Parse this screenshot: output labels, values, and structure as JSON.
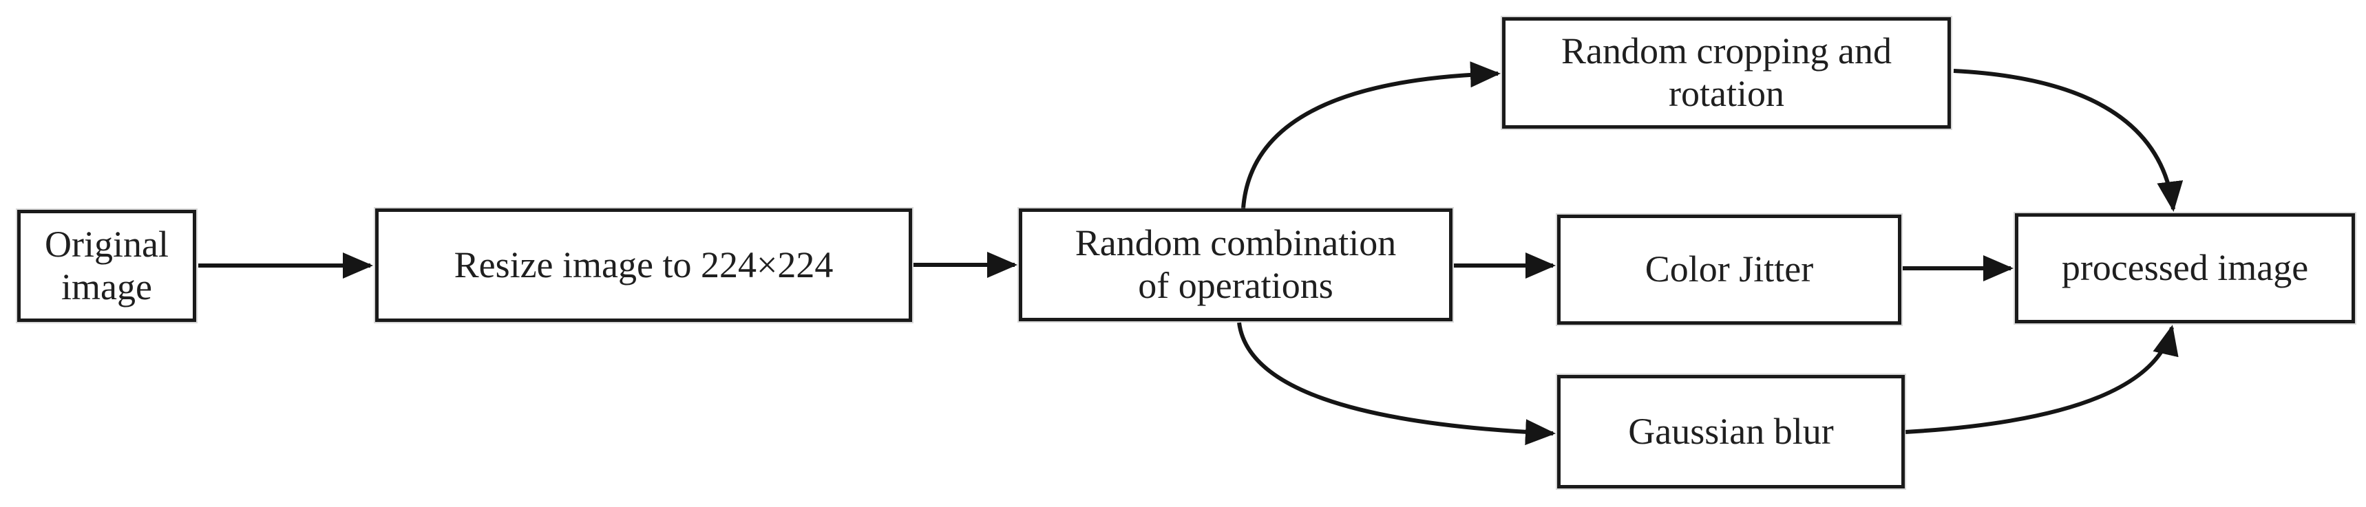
{
  "diagram": {
    "title": "Image augmentation pipeline flowchart",
    "colors": {
      "background": "#ffffff",
      "box_border": "#1a1a1a",
      "arrow": "#151515",
      "text": "#1f1f1f"
    },
    "nodes": {
      "original": {
        "label": "Original\nimage"
      },
      "resize": {
        "label": "Resize image to 224×224"
      },
      "combination": {
        "label": "Random combination\nof operations"
      },
      "cropping": {
        "label": "Random cropping and\nrotation"
      },
      "jitter": {
        "label": "Color Jitter"
      },
      "blur": {
        "label": "Gaussian blur"
      },
      "processed": {
        "label": "processed image"
      }
    },
    "edges": [
      {
        "from": "original",
        "to": "resize",
        "style": "straight"
      },
      {
        "from": "resize",
        "to": "combination",
        "style": "straight"
      },
      {
        "from": "combination",
        "to": "cropping",
        "style": "curved-up"
      },
      {
        "from": "combination",
        "to": "jitter",
        "style": "straight"
      },
      {
        "from": "combination",
        "to": "blur",
        "style": "curved-down"
      },
      {
        "from": "cropping",
        "to": "processed",
        "style": "curved-down"
      },
      {
        "from": "jitter",
        "to": "processed",
        "style": "straight"
      },
      {
        "from": "blur",
        "to": "processed",
        "style": "curved-up"
      }
    ]
  }
}
